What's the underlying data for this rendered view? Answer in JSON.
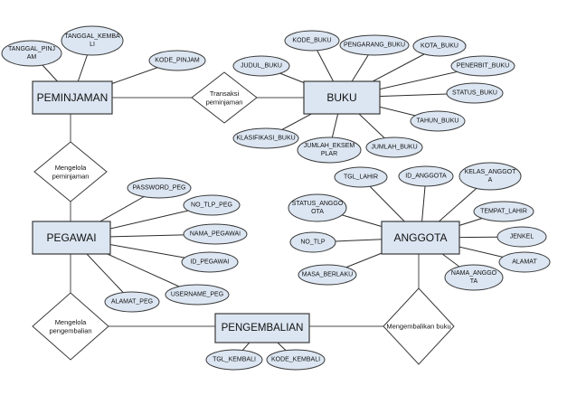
{
  "diagram": {
    "entities": {
      "peminjaman": "PEMINJAMAN",
      "buku": "BUKU",
      "pegawai": "PEGAWAI",
      "anggota": "ANGGOTA",
      "pengembalian": "PENGEMBALIAN"
    },
    "relationships": {
      "transaksi": [
        "Transaksi",
        "peminjaman"
      ],
      "mengelola_peminjaman": [
        "Mengelola",
        "peminjaman"
      ],
      "mengelola_pengembalian": [
        "Mengelola",
        "pengembalian"
      ],
      "mengembalikan_buku": [
        "Mengembalikan buku"
      ]
    },
    "attributes": {
      "peminjaman": {
        "tanggal_pinjam": [
          "TANGGAL_PINJ",
          "AM"
        ],
        "tanggal_kembali": [
          "TANGGAL_KEMBA",
          "LI"
        ],
        "kode_pinjam": [
          "KODE_PINJAM"
        ]
      },
      "buku": {
        "judul_buku": [
          "JUDUL_BUKU"
        ],
        "kode_buku": [
          "KODE_BUKU"
        ],
        "pengarang_buku": [
          "PENGARANG_BUKU"
        ],
        "kota_buku": [
          "KOTA_BUKU"
        ],
        "penerbit_buku": [
          "PENERBIT_BUKU"
        ],
        "status_buku": [
          "STATUS_BUKU"
        ],
        "tahun_buku": [
          "TAHUN_BUKU"
        ],
        "klasifikasi_buku": [
          "KLASIFIKASI_BUKU"
        ],
        "jumlah_eksemplar": [
          "JUMLAH_EKSEM",
          "PLAR"
        ],
        "jumlah_buku": [
          "JUMLAH_BUKU"
        ]
      },
      "pegawai": {
        "password_peg": [
          "PASSWORD_PEG"
        ],
        "no_tlp_peg": [
          "NO_TLP_PEG"
        ],
        "nama_pegawai": [
          "NAMA_PEGAWAI"
        ],
        "id_pegawai": [
          "ID_PEGAWAI"
        ],
        "username_peg": [
          "USERNAME_PEG"
        ],
        "alamat_peg": [
          "ALAMAT_PEG"
        ]
      },
      "anggota": {
        "tgl_lahir": [
          "TGL_LAHIR"
        ],
        "id_anggota": [
          "ID_ANGGOTA"
        ],
        "kelas_anggota": [
          "KELAS_ANGGOT",
          "A"
        ],
        "status_anggota": [
          "STATUS_ANGGO",
          "OTA"
        ],
        "tempat_lahir": [
          "TEMPAT_LAHIR"
        ],
        "no_tlp": [
          "NO_TLP"
        ],
        "jenkel": [
          "JENKEL"
        ],
        "alamat": [
          "ALAMAT"
        ],
        "masa_berlaku": [
          "MASA_BERLAKU"
        ],
        "nama_anggota": [
          "NAMA_ANGGO",
          "TA"
        ]
      },
      "pengembalian": {
        "tgl_kembali": [
          "TGL_KEMBALI"
        ],
        "kode_kembali": [
          "KODE_KEMBALI"
        ]
      }
    }
  }
}
